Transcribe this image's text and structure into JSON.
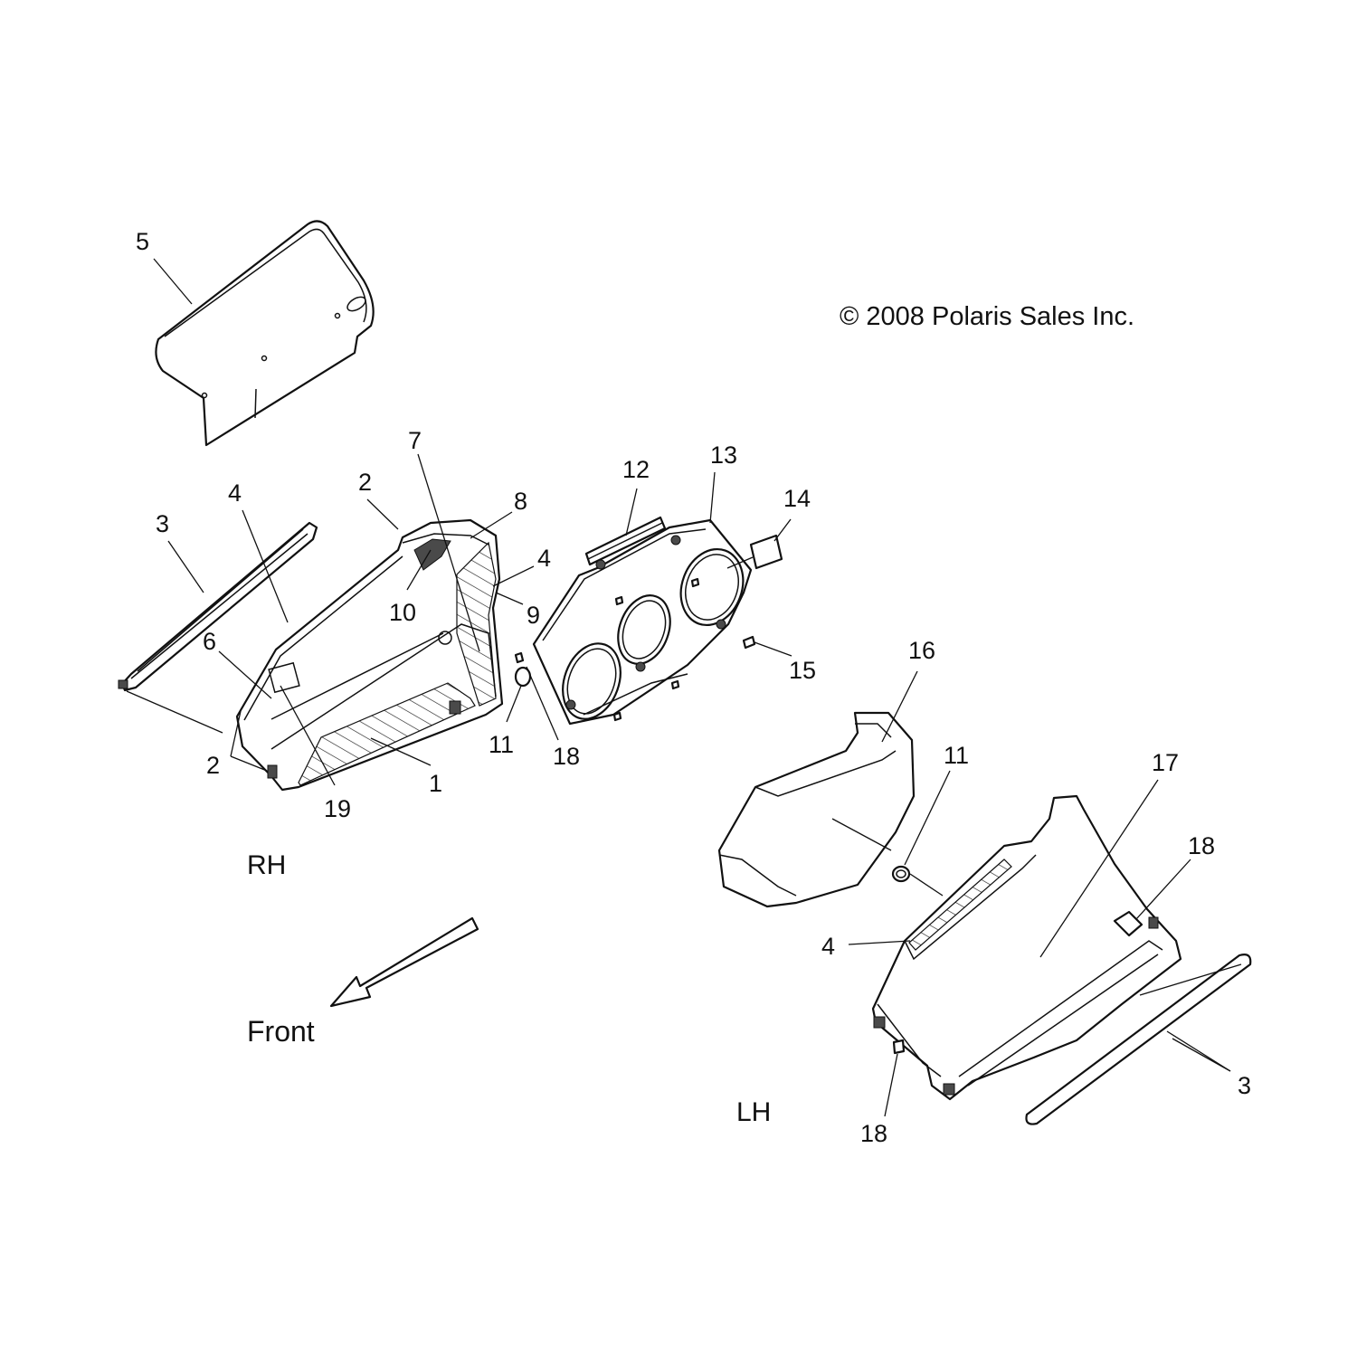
{
  "copyright": "© 2008 Polaris Sales Inc.",
  "side_labels": {
    "rh": "RH",
    "lh": "LH"
  },
  "front_label": "Front",
  "callouts": {
    "c5": "5",
    "c7": "7",
    "c12": "12",
    "c13": "13",
    "c14": "14",
    "c3_rh": "3",
    "c4_rh_a": "4",
    "c2_rh_top": "2",
    "c8": "8",
    "c4_rh_b": "4",
    "c10": "10",
    "c9": "9",
    "c6": "6",
    "c15": "15",
    "c16": "16",
    "c11_rh": "11",
    "c18_rh": "18",
    "c2_rh_bottom": "2",
    "c1": "1",
    "c19": "19",
    "c11_lh": "11",
    "c17": "17",
    "c18_lh_right": "18",
    "c4_lh": "4",
    "c3_lh": "3",
    "c18_lh_bottom": "18"
  },
  "colors": {
    "line": "#111111",
    "background": "#ffffff"
  }
}
